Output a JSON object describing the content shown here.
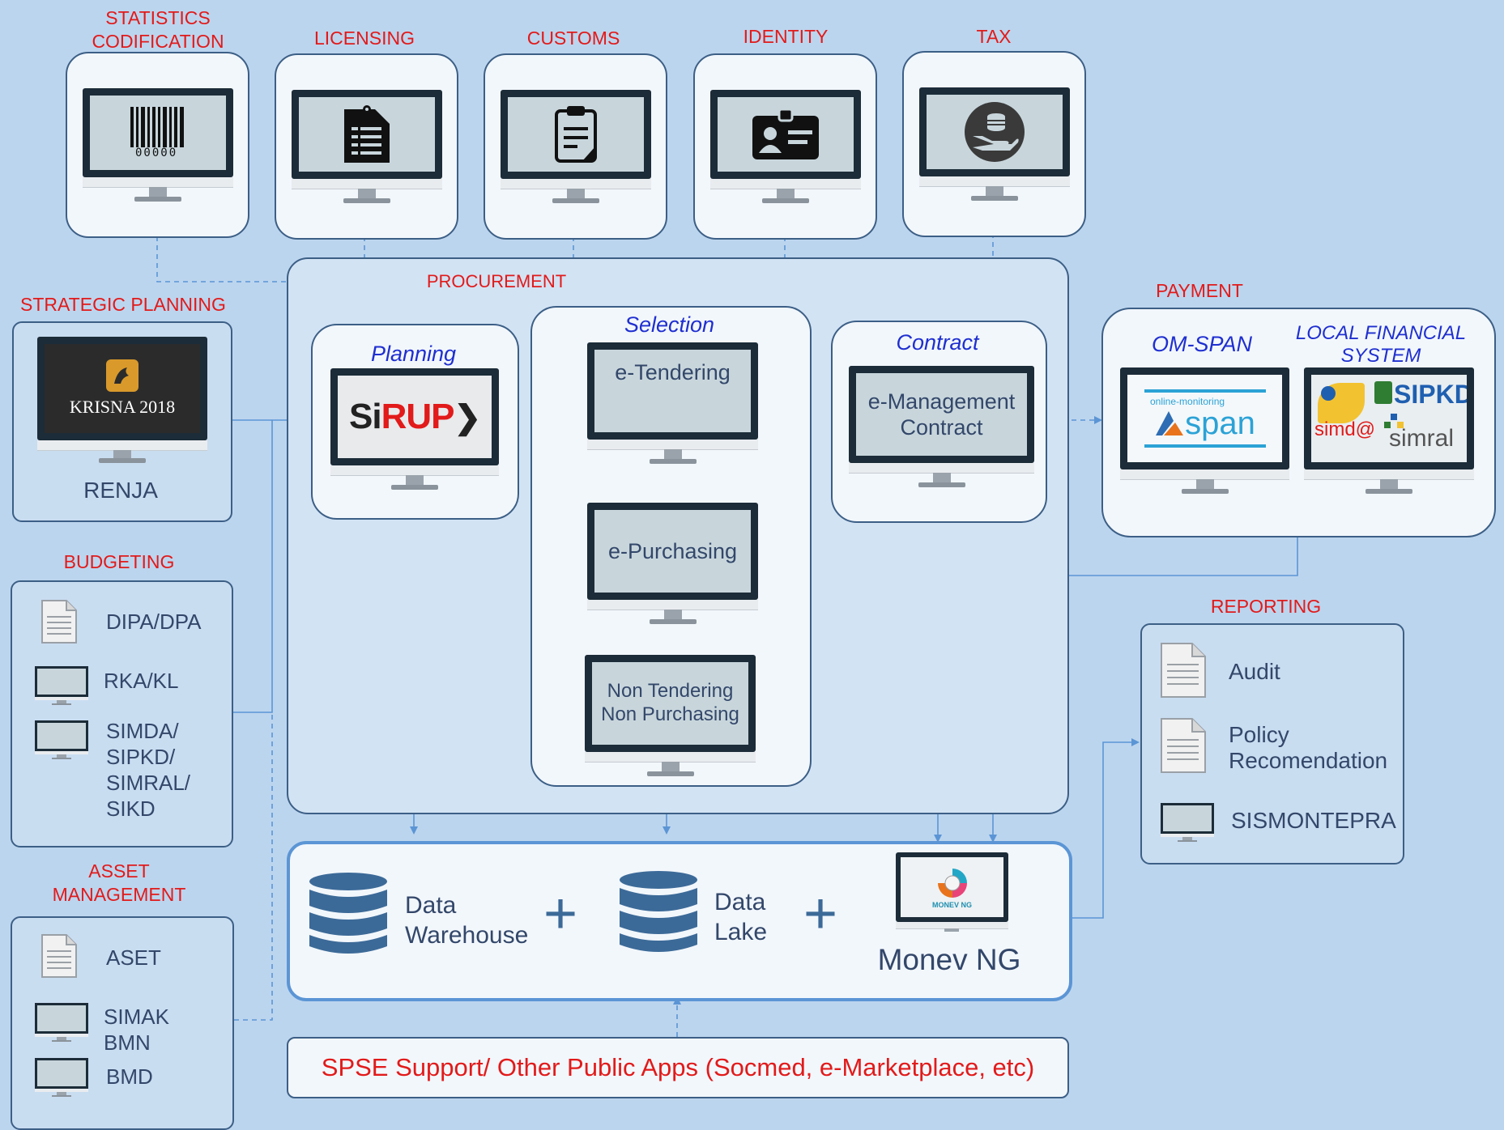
{
  "top": {
    "statistics": "STATISTICS\nCODIFICATION",
    "licensing": "LICENSING",
    "customs": "CUSTOMS",
    "identity": "IDENTITY",
    "tax": "TAX",
    "barcode_digits": "00000",
    "icons": [
      "barcode-icon",
      "document-icon",
      "clipboard-icon",
      "id-card-icon",
      "coins-hand-icon"
    ]
  },
  "strategic": {
    "label": "STRATEGIC PLANNING",
    "logo_text": "KRISNA 2018",
    "caption": "RENJA"
  },
  "budgeting": {
    "label": "BUDGETING",
    "items": [
      "DIPA/DPA",
      "RKA/KL",
      "SIMDA/\nSIPKD/\nSIMRAL/\nSIKD"
    ]
  },
  "asset": {
    "label": "ASSET\nMANAGEMENT",
    "items": [
      "ASET",
      "SIMAK\nBMN",
      "BMD"
    ]
  },
  "procurement": {
    "label": "PROCUREMENT",
    "planning": {
      "title": "Planning",
      "logo_si": "Si",
      "logo_rup": "RUP"
    },
    "selection": {
      "title": "Selection",
      "items": [
        "e-Tendering",
        "e-Purchasing",
        "Non Tendering\nNon Purchasing"
      ]
    },
    "contract": {
      "title": "Contract",
      "screen": "e-Management\nContract"
    }
  },
  "payment": {
    "label": "PAYMENT",
    "omspan": {
      "title": "OM-SPAN",
      "small": "online-monitoring",
      "logo": "span"
    },
    "local": {
      "title": "LOCAL FINANCIAL\nSYSTEM",
      "sipkd": "SIPKD",
      "simda": "simd@",
      "simral": "simral"
    }
  },
  "reporting": {
    "label": "REPORTING",
    "items": [
      "Audit",
      "Policy\nRecomendation",
      "SISMONTEPRA"
    ]
  },
  "data": {
    "warehouse": "Data\nWarehouse",
    "lake": "Data\nLake",
    "monev": "Monev NG",
    "monev_small": "MONEV NG",
    "plus": "+"
  },
  "spse": "SPSE Support/ Other Public Apps (Socmed, e-Marketplace, etc)",
  "colors": {
    "background": "#bcd5ee",
    "accent_red": "#e21a1a",
    "title_blue": "#1f2fd0",
    "line_blue": "#5b95d5",
    "database": "#3c6a98"
  }
}
